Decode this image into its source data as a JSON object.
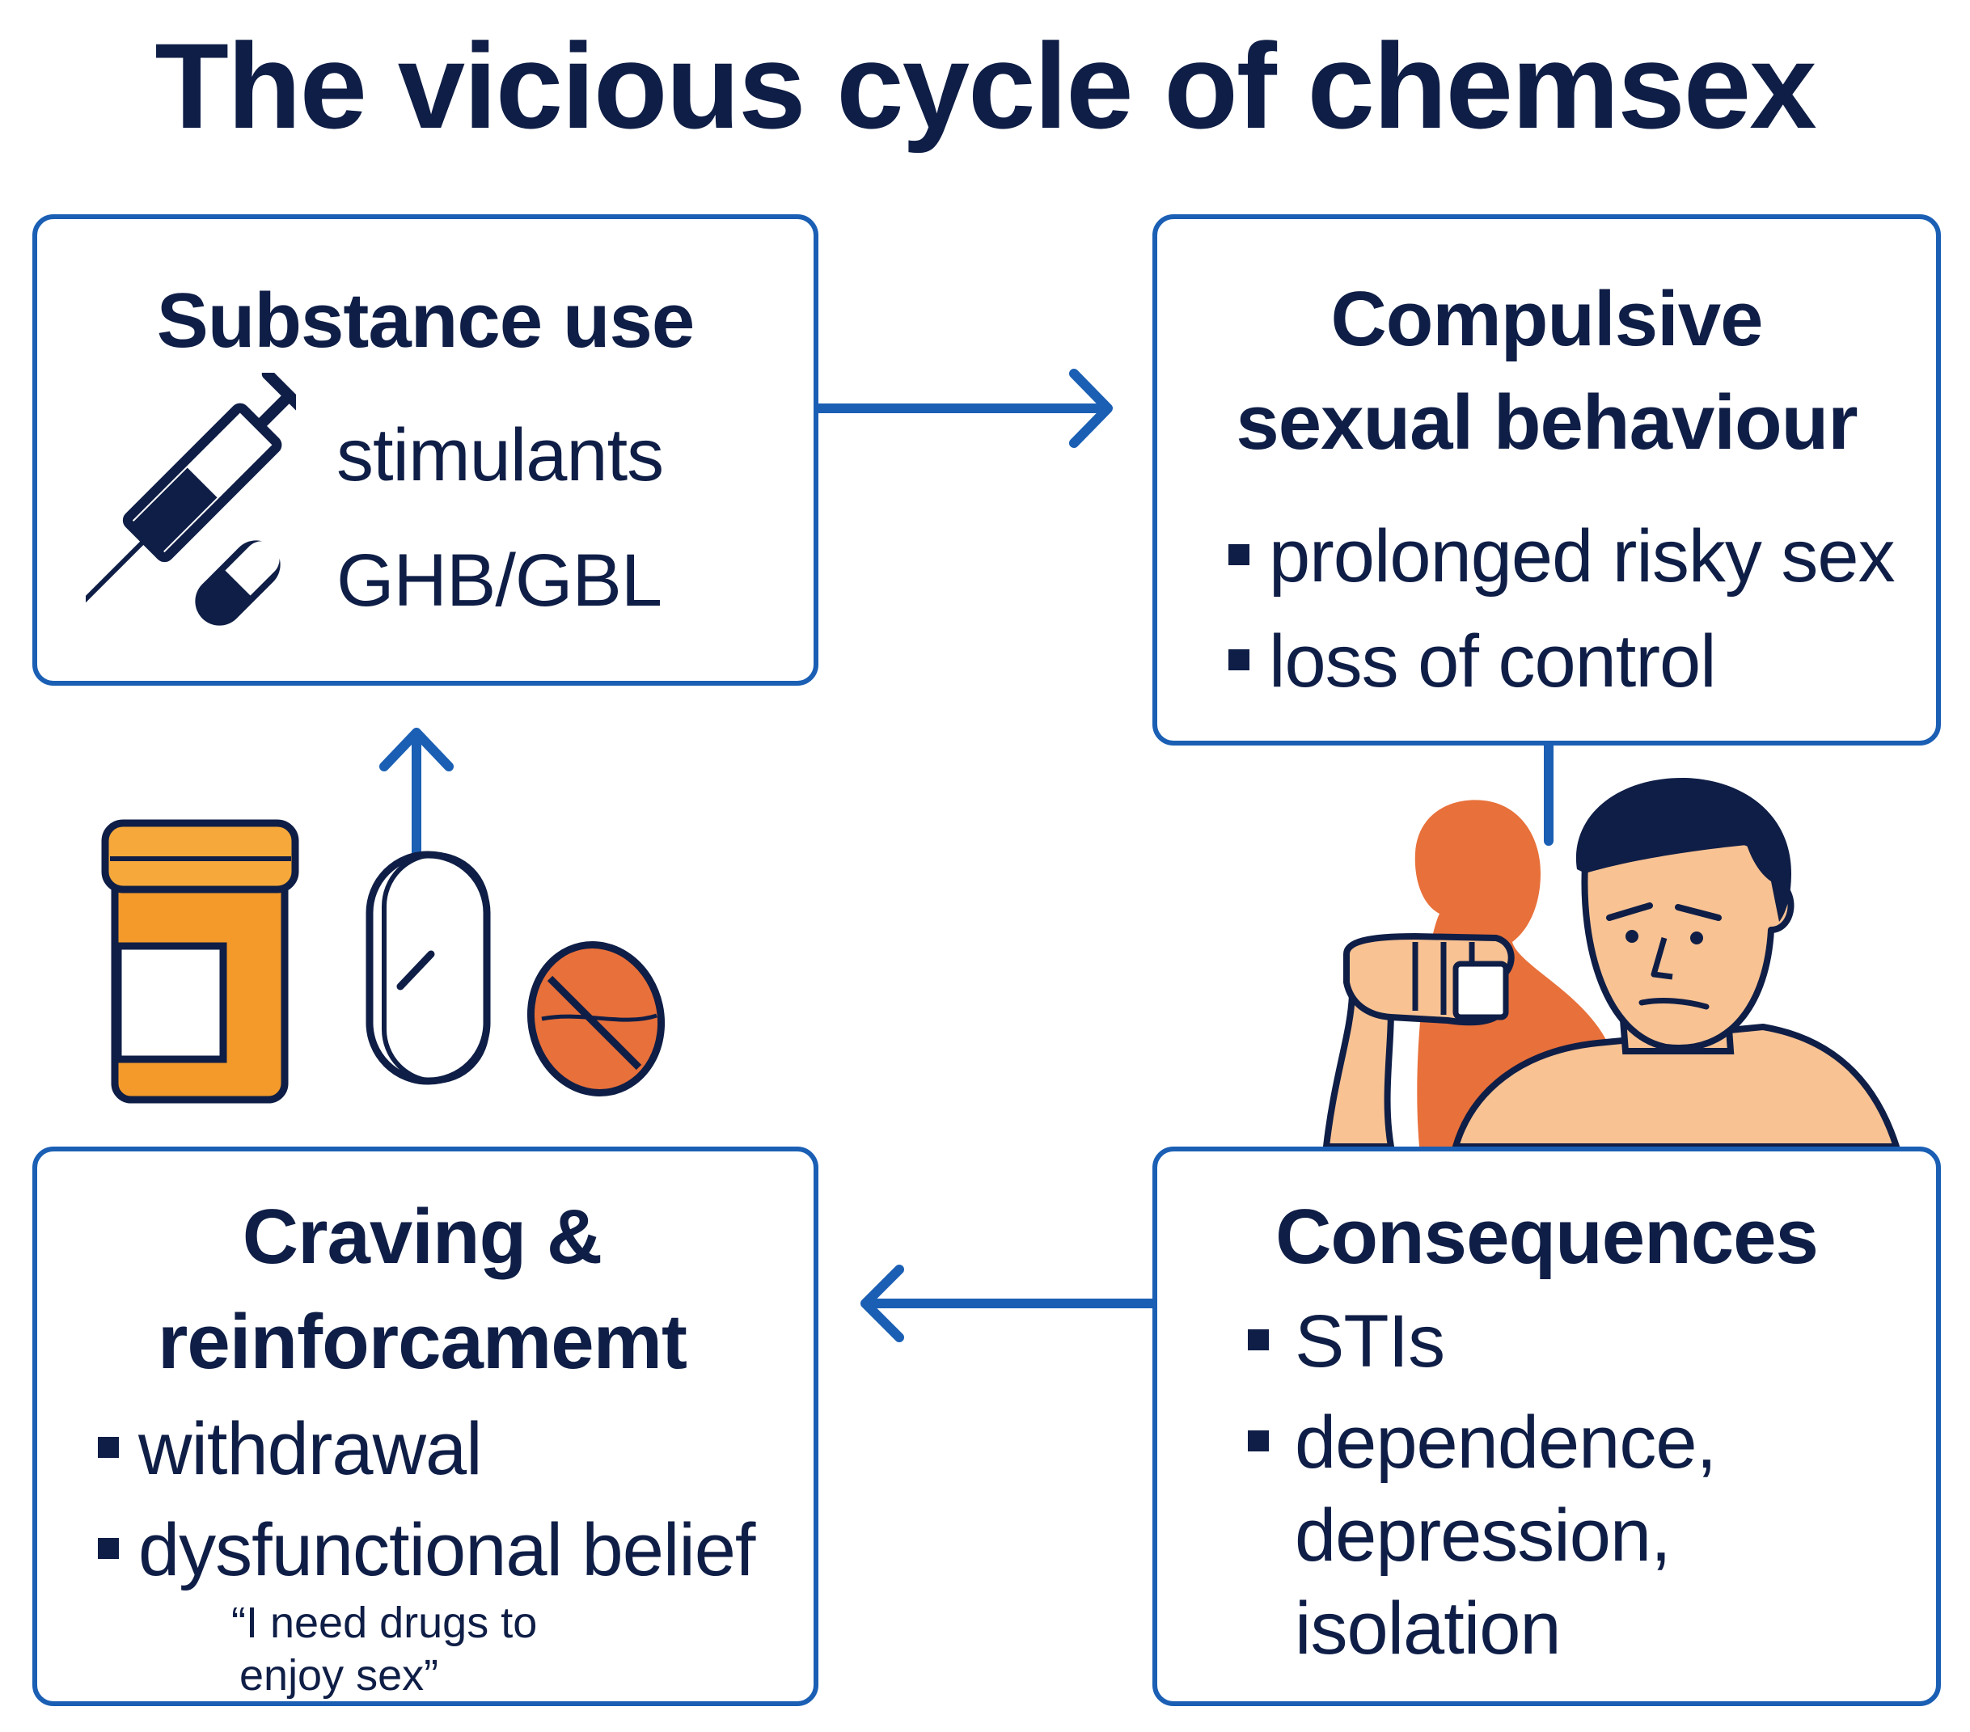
{
  "title": "The vicious cycle of chemsex",
  "colors": {
    "accent": "#1a5fb4",
    "text": "#0f1e46",
    "orange": "#f39a2b",
    "pill": "#e16a35",
    "skin": "#f8c293"
  },
  "substance_use": {
    "title": "Substance use",
    "items": [
      "stimulants",
      "GHB/GBL"
    ],
    "icons": [
      "syringe-icon",
      "capsule-icon"
    ]
  },
  "compulsive": {
    "title_lines": [
      "Compulsive",
      "sexual behaviour"
    ],
    "bullets": [
      "prolonged risky sex",
      "loss of control"
    ]
  },
  "consequences": {
    "title": "Consequences",
    "bullets": [
      "STIs",
      "dependence,"
    ],
    "continuation": [
      "depression,",
      "isolation"
    ]
  },
  "craving": {
    "title_lines": [
      "Craving &",
      "reinforcamemt"
    ],
    "bullets": [
      "withdrawal",
      "dysfunctional belief"
    ],
    "quote_lines": [
      "“I need drugs to",
      "enjoy sex”"
    ]
  },
  "icons": [
    "pill-bottle-icon",
    "tablet-icon",
    "orange-pill-icon",
    "person-illustration"
  ]
}
